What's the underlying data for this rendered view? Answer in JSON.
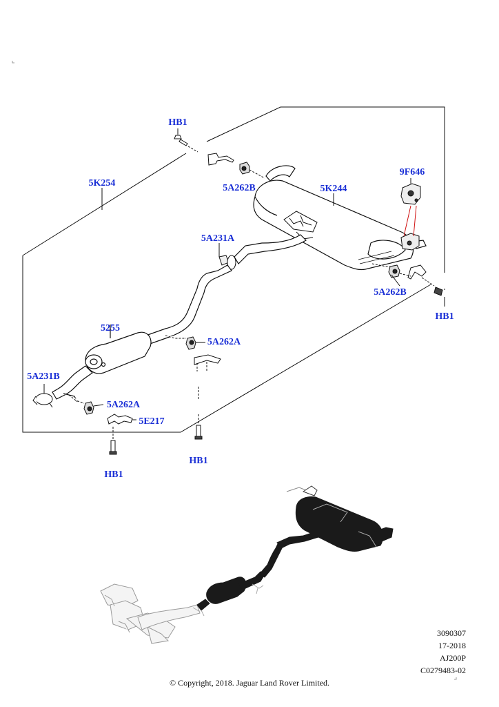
{
  "callouts": {
    "hb1_top": "HB1",
    "k254": "5K254",
    "a262b_upper": "5A262B",
    "k244": "5K244",
    "f646": "9F646",
    "a231a": "5A231A",
    "a262b_right": "5A262B",
    "hb1_right": "HB1",
    "c5255": "5255",
    "a262a_mid": "5A262A",
    "a231b": "5A231B",
    "a262a_low": "5A262A",
    "e217": "5E217",
    "hb1_mid": "HB1",
    "hb1_bottom": "HB1"
  },
  "footer": {
    "ref1": "3090307",
    "ref2": "17-2018",
    "ref3": "AJ200P",
    "ref4": "C0279483-02",
    "copyright": "© Copyright, 2018. Jaguar Land Rover Limited."
  },
  "colors": {
    "callout": "#1a2fd6",
    "line": "#111111",
    "leader_red": "#d01010",
    "overview_dark": "#1a1a1a",
    "overview_grey": "#9a9a9a"
  }
}
